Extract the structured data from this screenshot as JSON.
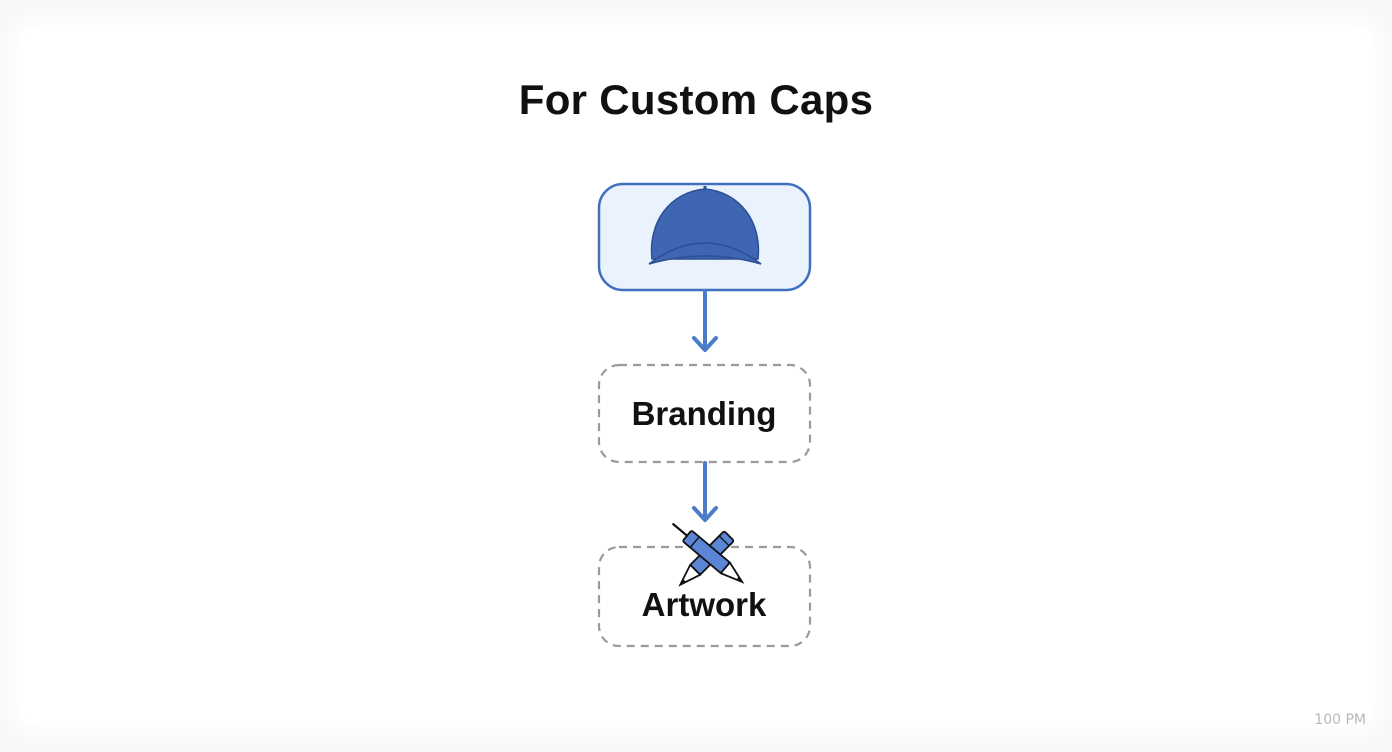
{
  "title": "For Custom Caps",
  "nodes": [
    {
      "id": "cap",
      "icon": "cap-icon",
      "style": "solid",
      "fill": "#eaf3fd",
      "stroke": "#3f6fbe"
    },
    {
      "id": "branding",
      "label": "Branding",
      "style": "dashed",
      "stroke": "#9a9a9a"
    },
    {
      "id": "artwork",
      "label": "Artwork",
      "icon": "crossed-pencils-icon",
      "style": "dashed",
      "stroke": "#9a9a9a"
    }
  ],
  "edges": [
    {
      "from": "cap",
      "to": "branding"
    },
    {
      "from": "branding",
      "to": "artwork"
    }
  ],
  "colors": {
    "accent": "#4a7cc9",
    "cap_fill": "#3f66b3",
    "text": "#111111"
  },
  "timestamp": "100 PM"
}
